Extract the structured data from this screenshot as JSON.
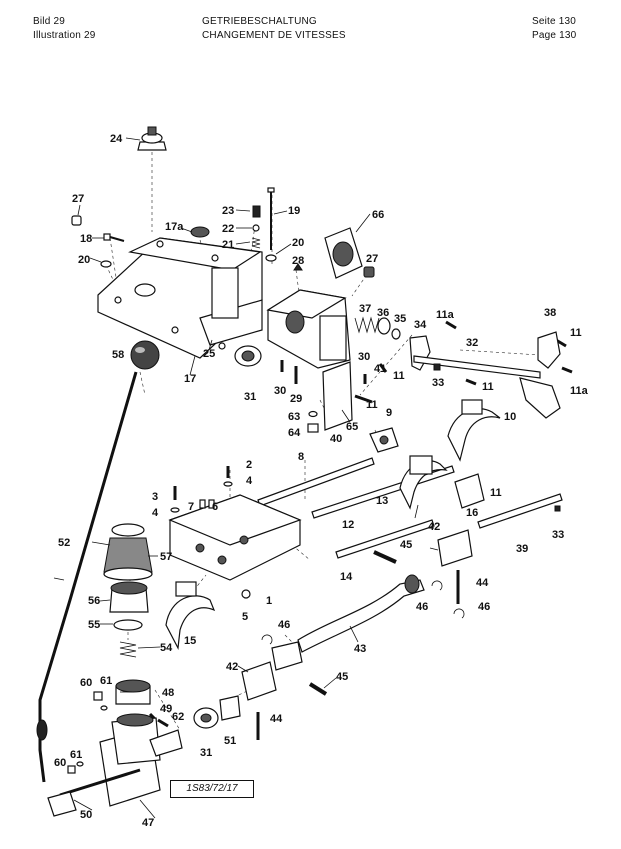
{
  "header": {
    "left_line1": "Bild 29",
    "left_line2": "Illustration 29",
    "center_line1": "GETRIEBESCHALTUNG",
    "center_line2": "CHANGEMENT DE VITESSES",
    "right_line1": "Seite 130",
    "right_line2": "Page 130"
  },
  "reference_code": "1S83/72/17",
  "labels": {
    "l24": "24",
    "l27a": "27",
    "l18": "18",
    "l20a": "20",
    "l17a": "17a",
    "l23": "23",
    "l22": "22",
    "l21": "21",
    "l19": "19",
    "l20b": "20",
    "l28": "28",
    "l66": "66",
    "l27b": "27",
    "l25": "25",
    "l17": "17",
    "l58": "58",
    "l31a": "31",
    "l30a": "30",
    "l29": "29",
    "l63": "63",
    "l64": "64",
    "l40": "40",
    "l65": "65",
    "l37": "37",
    "l36": "36",
    "l35": "35",
    "l34": "34",
    "l41": "41",
    "l30b": "30",
    "l11a": "11",
    "l11b": "11a",
    "l32": "32",
    "l38": "38",
    "l11c": "11",
    "l33a": "33",
    "l11d": "11",
    "l11e": "11a",
    "l9": "9",
    "l11f": "11",
    "l10": "10",
    "l8": "8",
    "l2": "2",
    "l4a": "4",
    "l3": "3",
    "l4b": "4",
    "l7": "7",
    "l6": "6",
    "l13": "13",
    "l11g": "11",
    "l16": "16",
    "l12": "12",
    "l42a": "42",
    "l39": "39",
    "l33b": "33",
    "l52": "52",
    "l57": "57",
    "l45a": "45",
    "l14": "14",
    "l1": "1",
    "l56": "56",
    "l5": "5",
    "l44a": "44",
    "l46a": "46",
    "l46b": "46",
    "l55": "55",
    "l15": "15",
    "l46c": "46",
    "l54": "54",
    "l43": "43",
    "l42b": "42",
    "l45b": "45",
    "l60a": "60",
    "l61a": "61",
    "l48": "48",
    "l49": "49",
    "l62": "62",
    "l44b": "44",
    "l31b": "31",
    "l51": "51",
    "l60b": "60",
    "l61b": "61",
    "l50": "50",
    "l47": "47"
  }
}
